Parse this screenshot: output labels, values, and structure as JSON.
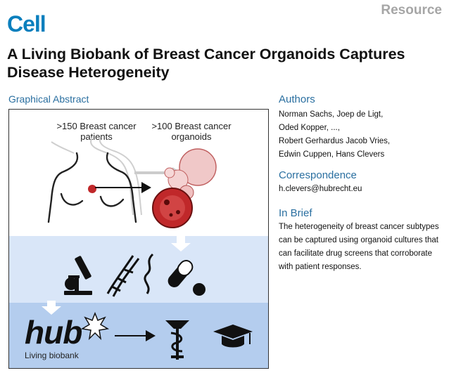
{
  "header": {
    "resource_label": "Resource",
    "journal_name": "Cell",
    "title": "A Living Biobank of Breast Cancer Organoids Captures Disease Heterogeneity"
  },
  "graphical_abstract": {
    "label": "Graphical Abstract",
    "patients_label": ">150 Breast cancer patients",
    "organoids_label": ">100 Breast cancer organoids",
    "hub_logo": "hub",
    "hub_caption": "Living biobank",
    "icons": [
      "microscope-icon",
      "dna-helix-icon",
      "rna-strand-icon",
      "pill-capsule-icon",
      "rod-of-asclepius-icon",
      "graduation-cap-icon"
    ],
    "colors": {
      "band_light": "#d9e6f8",
      "band_dark": "#b4cdee",
      "tumor_red": "#c0282a"
    }
  },
  "sidebar": {
    "authors_heading": "Authors",
    "authors_line1": "Norman Sachs, Joep de Ligt,",
    "authors_line2": "Oded Kopper, ...,",
    "authors_line3": "Robert Gerhardus Jacob Vries,",
    "authors_line4": "Edwin Cuppen, Hans Clevers",
    "correspondence_heading": "Correspondence",
    "correspondence_email": "h.clevers@hubrecht.eu",
    "brief_heading": "In Brief",
    "brief_text": "The heterogeneity of breast cancer subtypes can be captured using organoid cultures that can facilitate drug screens that corroborate with patient responses."
  },
  "colors": {
    "journal_blue": "#0a7fbd",
    "section_blue": "#2a6fa0",
    "resource_gray": "#a6a6a6"
  }
}
